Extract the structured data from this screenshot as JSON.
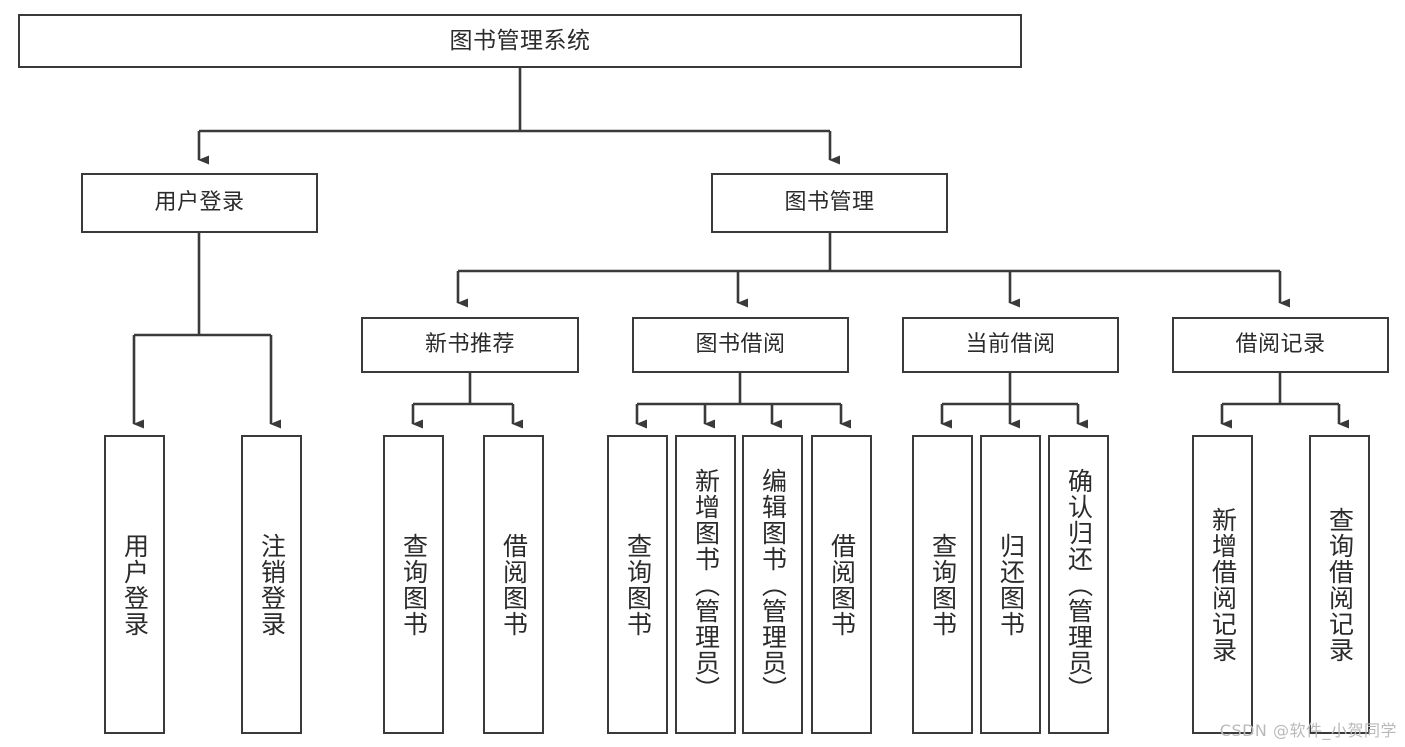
{
  "diagram": {
    "title": "图书管理系统",
    "watermark": "CSDN @软件_小贺同学",
    "colors": {
      "stroke": "#3a3a3a",
      "fill": "#ffffff",
      "text": "#2b2b2b",
      "watermark": "#b9b9b9"
    },
    "levels": {
      "root": {
        "label": "图书管理系统"
      },
      "level1": [
        {
          "label": "用户登录"
        },
        {
          "label": "图书管理"
        }
      ],
      "level2": [
        {
          "label": "新书推荐"
        },
        {
          "label": "图书借阅"
        },
        {
          "label": "当前借阅"
        },
        {
          "label": "借阅记录"
        }
      ],
      "leaves": {
        "user_login": [
          {
            "label": "用户登录"
          },
          {
            "label": "注销登录"
          }
        ],
        "new_book_recommend": [
          {
            "label": "查询图书"
          },
          {
            "label": "借阅图书"
          }
        ],
        "book_borrow": [
          {
            "label": "查询图书"
          },
          {
            "label": "新增图书（管理员）"
          },
          {
            "label": "编辑图书（管理员）"
          },
          {
            "label": "借阅图书"
          }
        ],
        "current_borrow": [
          {
            "label": "查询图书"
          },
          {
            "label": "归还图书"
          },
          {
            "label": "确认归还（管理员）"
          }
        ],
        "borrow_record": [
          {
            "label": "新增借阅记录"
          },
          {
            "label": "查询借阅记录"
          }
        ]
      }
    }
  }
}
